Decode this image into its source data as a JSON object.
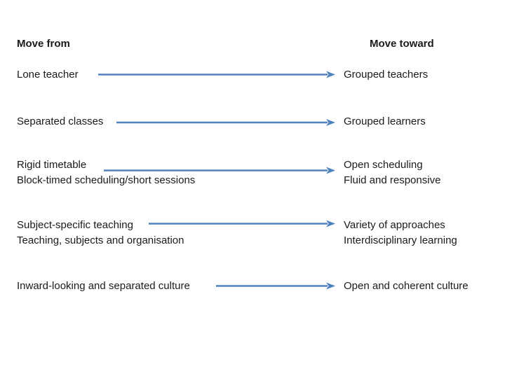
{
  "slide": {
    "background_color": "#ffffff",
    "text_color": "#1a1a1a"
  },
  "headers": {
    "move_from": "Move from",
    "move_toward": "Move toward"
  },
  "arrow": {
    "icon": "right-arrow-icon",
    "color": "#4f81bd",
    "direction": "left-to-right"
  },
  "rows": [
    {
      "from": [
        "Lone teacher"
      ],
      "toward": [
        "Grouped teachers"
      ]
    },
    {
      "from": [
        "Separated classes"
      ],
      "toward": [
        "Grouped learners"
      ]
    },
    {
      "from": [
        "Rigid timetable",
        "Block-timed scheduling/short sessions"
      ],
      "toward": [
        "Open scheduling",
        "Fluid and responsive"
      ]
    },
    {
      "from": [
        "Subject-specific teaching",
        "Teaching, subjects and organisation"
      ],
      "toward": [
        "Variety of approaches",
        "Interdisciplinary learning"
      ]
    },
    {
      "from": [
        "Inward-looking and separated culture"
      ],
      "toward": [
        "Open and coherent culture"
      ]
    }
  ]
}
